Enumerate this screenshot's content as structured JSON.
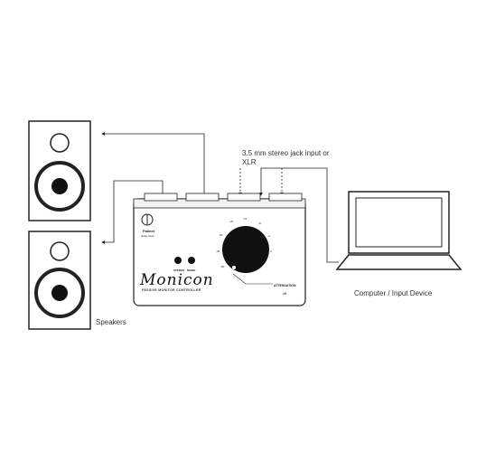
{
  "labels": {
    "jack_input": "3.5 mm stereo jack input or XLR",
    "speakers": "Speakers",
    "computer": "Computer / Input Device"
  },
  "device": {
    "brand": "Monicon",
    "subtitle": "PASSIVE MONITOR CONTROLLER",
    "logo_name": "Palmer",
    "logo_sub": "audio tools",
    "button_1": "STEREO",
    "button_2": "MONO",
    "attenuation_label": "ATTENUATION",
    "unit": "dB",
    "scale": [
      "-20",
      "-12",
      "-8",
      "-4",
      "0",
      "-30",
      "-40",
      "-60"
    ]
  },
  "colors": {
    "line": "#222222",
    "knob": "#111111"
  },
  "icons": {
    "speaker": "speaker-icon",
    "laptop": "laptop-icon",
    "logo": "palmer-logo-icon"
  }
}
